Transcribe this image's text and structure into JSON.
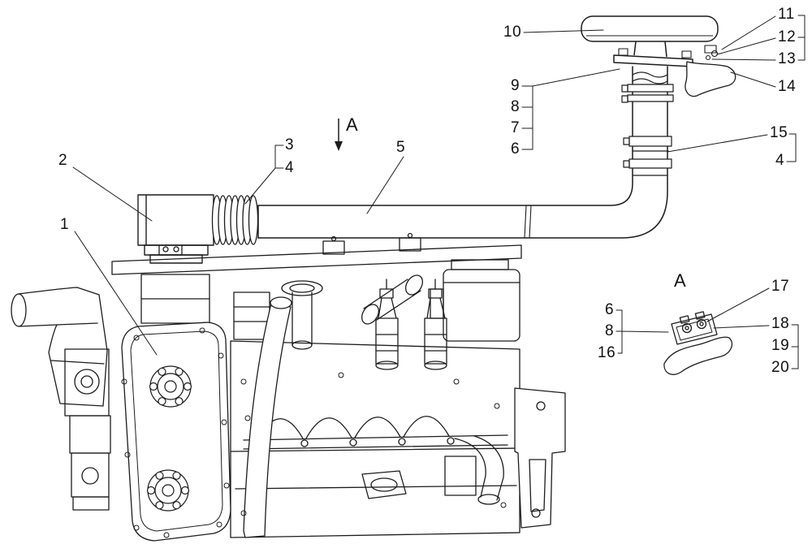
{
  "colors": {
    "background": "#ffffff",
    "line": "#1c1c1c"
  },
  "view_direction_label": "A",
  "detail_view_label": "A",
  "callouts": {
    "c1": "1",
    "c2": "2",
    "c3": "3",
    "c4": "4",
    "c4b": "4",
    "c5": "5",
    "c6": "6",
    "c6b": "6",
    "c7": "7",
    "c8": "8",
    "c8b": "8",
    "c9": "9",
    "c10": "10",
    "c11": "11",
    "c12": "12",
    "c13": "13",
    "c14": "14",
    "c15": "15",
    "c16": "16",
    "c17": "17",
    "c18": "18",
    "c19": "19",
    "c20": "20"
  }
}
